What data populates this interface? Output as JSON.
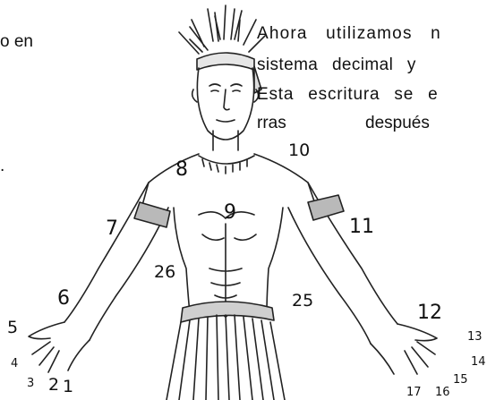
{
  "left_text": {
    "line1": "o en",
    "line2": "."
  },
  "paragraph": {
    "line1": "Ahora utilizamos n",
    "line2": "sistema decimal y",
    "line3": "Esta escritura se e",
    "line4_a": "rras",
    "line4_b": "después"
  },
  "labels": {
    "n1": "1",
    "n2": "2",
    "n3": "3",
    "n4": "4",
    "n5": "5",
    "n6": "6",
    "n7": "7",
    "n8": "8",
    "n9": "9",
    "n10": "10",
    "n11": "11",
    "n12": "12",
    "n13": "13",
    "n14": "14",
    "n15": "15",
    "n16": "16",
    "n17": "17",
    "n25": "25",
    "n26": "26"
  },
  "colors": {
    "armband": "#b9b9b9",
    "ink": "#111111",
    "paper": "#ffffff"
  }
}
